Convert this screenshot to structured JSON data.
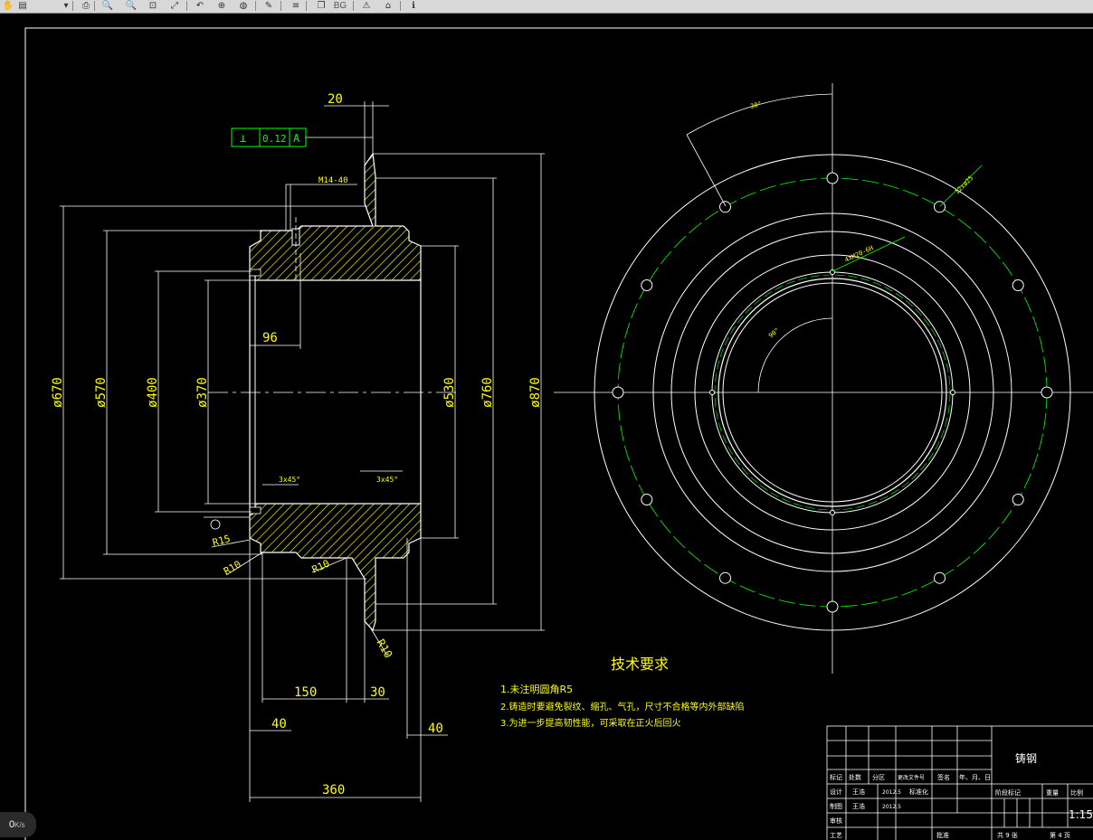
{
  "toolbar": {
    "buttons": [
      {
        "icon": "pan-icon",
        "glyph": "✋"
      },
      {
        "icon": "layer-icon",
        "glyph": "▤"
      },
      {
        "icon": "dropdown-icon",
        "glyph": "▾"
      },
      {
        "icon": "print-icon",
        "glyph": "⎙"
      },
      {
        "icon": "zoom-in-icon",
        "glyph": "🔍"
      },
      {
        "icon": "zoom-out-icon",
        "glyph": "🔍"
      },
      {
        "icon": "zoom-window-icon",
        "glyph": "⊡"
      },
      {
        "icon": "zoom-extents-icon",
        "glyph": "⤢"
      },
      {
        "icon": "zoom-previous-icon",
        "glyph": "↶"
      },
      {
        "icon": "zoom-realtime-icon",
        "glyph": "⊕"
      },
      {
        "icon": "globe-icon",
        "glyph": "◍"
      },
      {
        "icon": "highlight-icon",
        "glyph": "✎"
      },
      {
        "icon": "text-icon",
        "glyph": "≡"
      },
      {
        "icon": "copy-icon",
        "glyph": "❐"
      },
      {
        "icon": "warning-icon",
        "glyph": "⚠"
      },
      {
        "icon": "home-icon",
        "glyph": "⌂"
      },
      {
        "icon": "info-icon",
        "glyph": "ℹ"
      }
    ],
    "bg_label": "BG"
  },
  "drawing": {
    "dims_left": [
      "ø670",
      "ø570",
      "ø400",
      "ø370"
    ],
    "dims_right": [
      "ø530",
      "ø760",
      "ø870"
    ],
    "dim_20": "20",
    "dim_96": "96",
    "dim_150": "150",
    "dim_30": "30",
    "dim_40_left": "40",
    "dim_40_right": "40",
    "dim_360": "360",
    "thread": "M14-40",
    "chamfer_1": "3x45°",
    "chamfer_2": "3x45°",
    "r15": "R15",
    "r10_a": "R10",
    "r10_b": "R10",
    "r10_c": "R10",
    "tolerance_symbol": "⊥",
    "tolerance_value": "0.12",
    "datum": "A",
    "angle_30": "30°",
    "angle_90": "90°",
    "holes_note": "12xø25",
    "bolt_note": "4XM20-6H"
  },
  "tech_req": {
    "title": "技术要求",
    "items": [
      "1.未注明圆角R5",
      "2.铸造时要避免裂纹、缩孔、气孔，尺寸不合格等内外部缺陷",
      "3.为进一步提高韧性能，可采取在正火后回火"
    ]
  },
  "title_block": {
    "part_name": "铸钢",
    "header_row": [
      "标记",
      "处数",
      "分区",
      "更改文件号",
      "签名",
      "年、月、日"
    ],
    "design_label": "设计",
    "design_name": "王浩",
    "design_date": "2012.5",
    "std_label": "标准化",
    "check_label": "制图",
    "check_name": "王浩",
    "check_date": "2012.5",
    "review_label": "审核",
    "process_label": "工艺",
    "approve_label": "批准",
    "stage_label": "阶段标记",
    "weight_label": "重量",
    "scale_label": "比例",
    "scale_value": "1:15",
    "sheets_total": "共 9 张",
    "sheet_no": "第 4 页"
  },
  "net_speed": {
    "value": "0",
    "unit": "K/s"
  }
}
